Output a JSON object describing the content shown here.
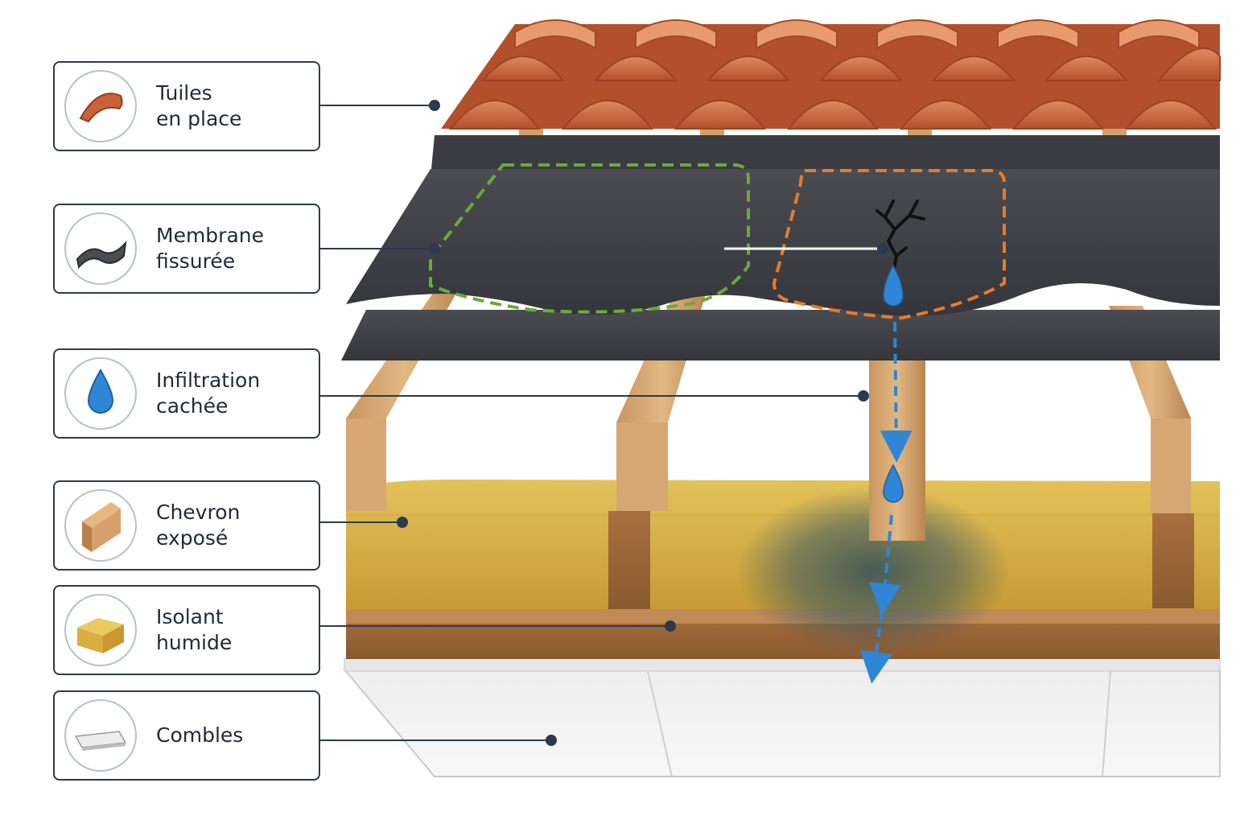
{
  "callouts": [
    {
      "label": "Tuiles\nen place",
      "icon": "roof-tile-icon"
    },
    {
      "label": "Membrane\nfissurée",
      "icon": "membrane-sheet-icon"
    },
    {
      "label": "Infiltration\ncachée",
      "icon": "water-drop-icon"
    },
    {
      "label": "Chevron\nexposé",
      "icon": "wood-beam-icon"
    },
    {
      "label": "Isolant\nhumide",
      "icon": "insulation-block-icon"
    },
    {
      "label": "Combles",
      "icon": "ceiling-panel-icon"
    }
  ],
  "colors": {
    "tile": "#c9623a",
    "membrane": "#3b3d42",
    "rafter": "#d5a874",
    "insulation": "#d8b24a",
    "water": "#2f86d6",
    "highlight_ok": "#6aaa3a",
    "highlight_damage": "#e87a28",
    "frame": "#2b3a4e"
  }
}
